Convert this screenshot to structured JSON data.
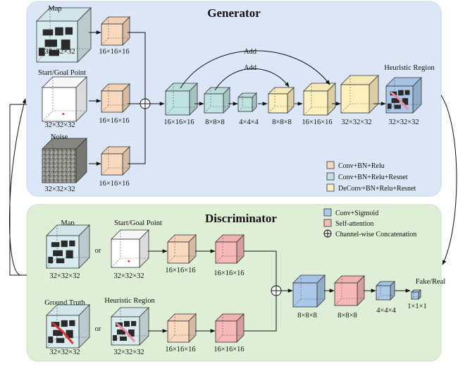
{
  "colors": {
    "generator_bg": "#dbe7f6",
    "discriminator_bg": "#dfeed6",
    "conv_bn_relu": "#f9d9bd",
    "conv_bn_relu_resnet": "#bfe3e0",
    "deconv_bn_relu_resnet": "#fdf0bd",
    "conv_sigmoid": "#a9c8ea",
    "self_attention": "#f6b8b8",
    "input_cube": "#ffffff",
    "map_cube": "#d8ecef",
    "noise_cube": "#8a8a84"
  },
  "generator": {
    "title": "Generator",
    "map_label": "Map",
    "start_goal_label": "Start/Goal Point",
    "noise_label": "Noise",
    "heuristic_label": "Heuristic Region",
    "dims": {
      "map": "32×32×32",
      "map_conv": "16×16×16",
      "sg": "32×32×32",
      "sg_conv": "16×16×16",
      "noise": "32×32×32",
      "noise_conv": "16×16×16",
      "b1": "16×16×16",
      "b2": "8×8×8",
      "b3": "4×4×4",
      "b4": "8×8×8",
      "b5": "16×16×16",
      "b6": "32×32×32",
      "out": "32×32×32"
    },
    "add_outer": "Add",
    "add_inner": "Add",
    "legend": [
      {
        "icon": "conv-bn-relu-swatch",
        "label": "Conv+BN+Relu"
      },
      {
        "icon": "conv-bn-relu-resnet-swatch",
        "label": "Conv+BN+Relu+Resnet"
      },
      {
        "icon": "deconv-bn-relu-resnet-swatch",
        "label": "DeConv+BN+Relu+Resnet"
      }
    ]
  },
  "discriminator": {
    "title": "Discriminator",
    "map_label": "Map",
    "start_goal_label": "Start/Goal Point",
    "ground_truth_label": "Ground Truth",
    "heuristic_label": "Heuristic Region",
    "or_top": "or",
    "or_bottom": "or",
    "fake_real": "Fake/Real",
    "dims": {
      "map": "32×32×32",
      "sg": "32×32×32",
      "top_c1": "16×16×16",
      "top_c2": "16×16×16",
      "gt": "32×32×32",
      "hr": "32×32×32",
      "bot_c1": "16×16×16",
      "bot_c2": "16×16×16",
      "m1": "8×8×8",
      "m2": "8×8×8",
      "m3": "4×4×4",
      "out": "1×1×1"
    },
    "legend": [
      {
        "icon": "conv-sigmoid-swatch",
        "label": "Conv+Sigmoid"
      },
      {
        "icon": "self-attention-swatch",
        "label": "Self-attention"
      },
      {
        "icon": "concat-circle-icon",
        "label": "Channel-wise Concatenation"
      }
    ]
  }
}
